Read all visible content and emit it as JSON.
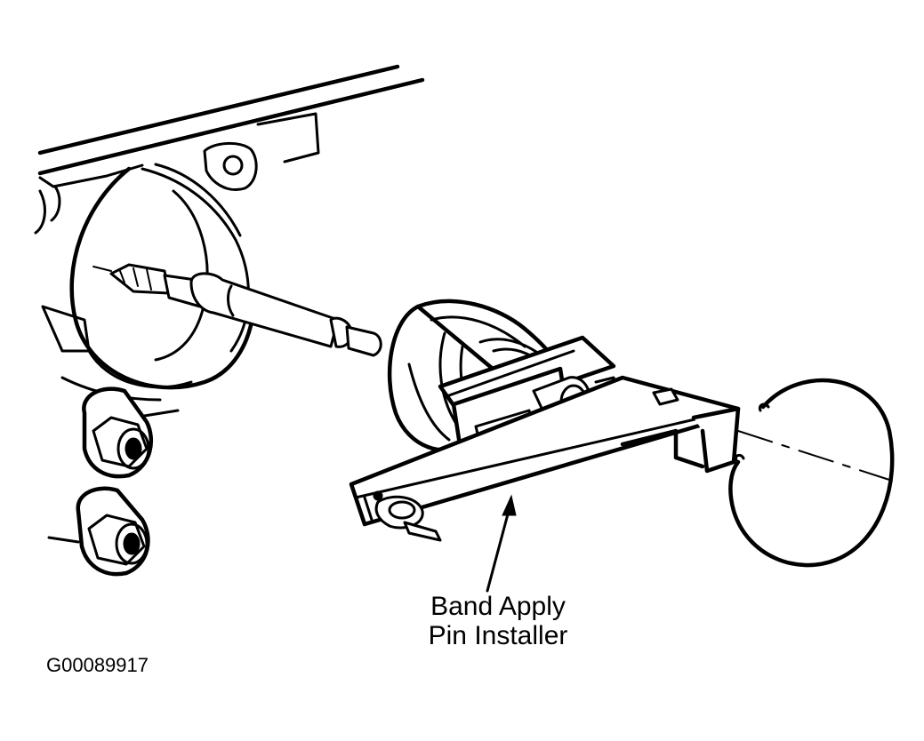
{
  "diagram": {
    "callout": {
      "line1": "Band Apply",
      "line2": "Pin Installer"
    },
    "figure_id": "G00089917",
    "colors": {
      "ink": "#000000",
      "background": "#ffffff"
    }
  }
}
